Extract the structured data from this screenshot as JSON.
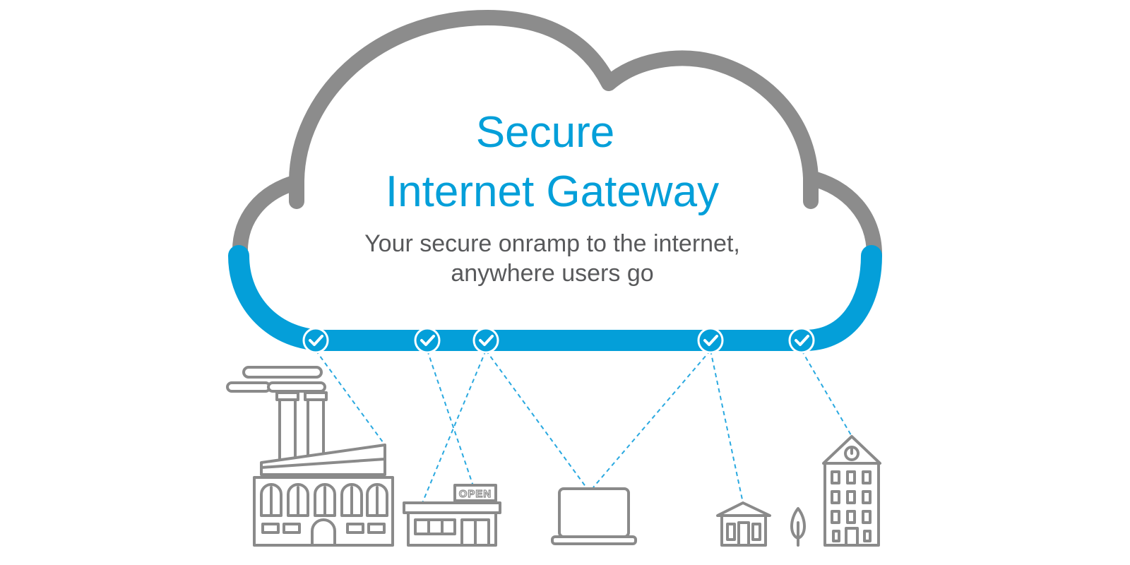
{
  "title": {
    "line1": "Secure",
    "line2": "Internet Gateway"
  },
  "subtitle": {
    "line1": "Your secure onramp to the internet,",
    "line2": "anywhere users go"
  },
  "store_sign": "OPEN",
  "colors": {
    "accent_blue": "#049fd9",
    "cloud_gray": "#8a8a8a",
    "subtitle_gray": "#58595b",
    "dash_blue": "#2aa9e0"
  },
  "icons": [
    "cloud-icon",
    "check-icon",
    "factory-icon",
    "store-icon",
    "laptop-icon",
    "house-icon",
    "tree-icon",
    "office-building-icon"
  ]
}
